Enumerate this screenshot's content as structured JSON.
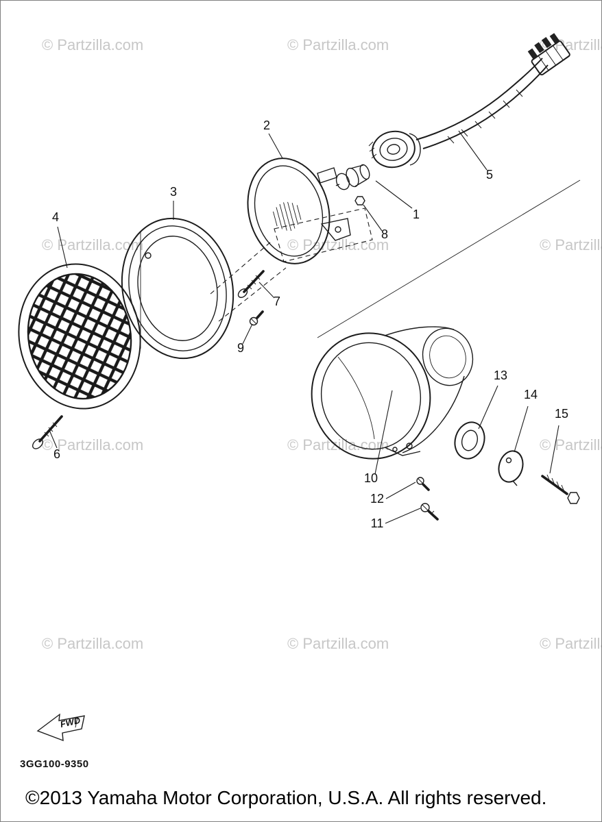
{
  "watermark": {
    "text": "© Partzilla.com"
  },
  "diagram": {
    "parts": [
      {
        "label": "1"
      },
      {
        "label": "2"
      },
      {
        "label": "3"
      },
      {
        "label": "4"
      },
      {
        "label": "5"
      },
      {
        "label": "6"
      },
      {
        "label": "7"
      },
      {
        "label": "8"
      },
      {
        "label": "9"
      },
      {
        "label": "10"
      },
      {
        "label": "11"
      },
      {
        "label": "12"
      },
      {
        "label": "13"
      },
      {
        "label": "14"
      },
      {
        "label": "15"
      }
    ],
    "fwd_label": "FWD"
  },
  "footer": {
    "drawing_number": "3GG100-9350",
    "copyright": "©2013 Yamaha Motor Corporation, U.S.A. All rights reserved."
  }
}
